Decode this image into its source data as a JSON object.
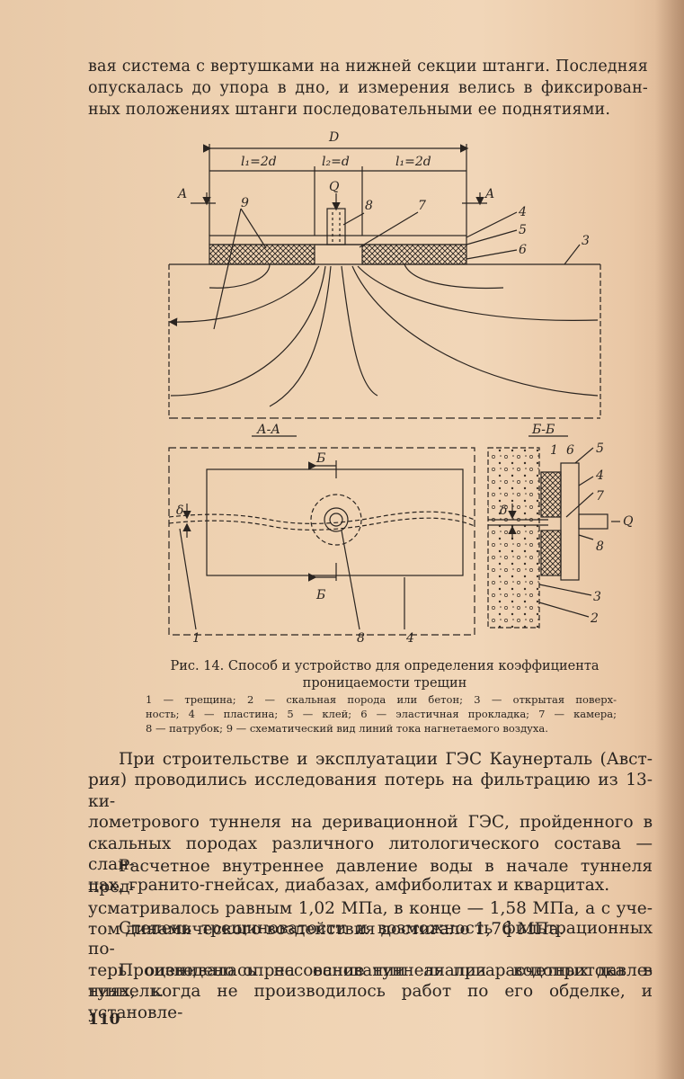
{
  "top_paragraph": [
    "вая система с вертушками на нижней секции штанги. Последняя",
    "опускалась до упора в дно, и измерения велись в фиксирован-",
    "ных положениях штанги последовательными ее поднятиями."
  ],
  "figure": {
    "dimension_D": "D",
    "dim_l1_left": "l₁=2d",
    "dim_l2": "l₂=d",
    "dim_l1_right": "l₁=2d",
    "flow_Q": "Q",
    "section_A_left": "A",
    "section_A_right": "A",
    "section_AA_title": "А-А",
    "section_BB_title": "Б-Б",
    "section_B_top": "Б",
    "section_B_bottom": "Б",
    "delta": "δ",
    "labels": [
      "1",
      "2",
      "3",
      "4",
      "5",
      "6",
      "7",
      "8",
      "9"
    ]
  },
  "caption": {
    "title_line1": "Рис. 14.  Способ и устройство для определения коэффициента",
    "title_line2": "проницаемости трещин",
    "legend": [
      "1 — трещина;  2 — скальная порода или бетон;  3 — открытая поверх-",
      "ность;  4 — пластина;  5 — клей;  6 — эластичная прокладка;  7 — камера;",
      "8 — патрубок;  9 — схематический вид линий тока нагнетаемого воздуха."
    ]
  },
  "paragraphs": [
    [
      "При строительстве и эксплуатации ГЭС Каунерталь (Авст-",
      "рия) проводились исследования потерь на фильтрацию из 13-ки-",
      "лометрового туннеля на деривационной ГЭС, пройденного в",
      "скальных породах различного литологического состава — слан-",
      "цах, гранито-гнейсах, диабазах, амфиболитах и кварцитах."
    ],
    [
      "Расчетное внутреннее давление воды в начале туннеля пред-",
      "усматривалось равным 1,02 МПа, в конце — 1,58 МПа, а с уче-",
      "том динамического воздействия достигало 1,76 МПа."
    ],
    [
      "Степень трещиноватости и возможность фильтрационных по-",
      "терь оценивалась на основании анализа водопритока в туннель."
    ],
    [
      "Произведено опрессование туннеля при расчетных давле-",
      "ниях, когда не производилось работ по его обделке, и установле-"
    ]
  ],
  "page_number": "110"
}
